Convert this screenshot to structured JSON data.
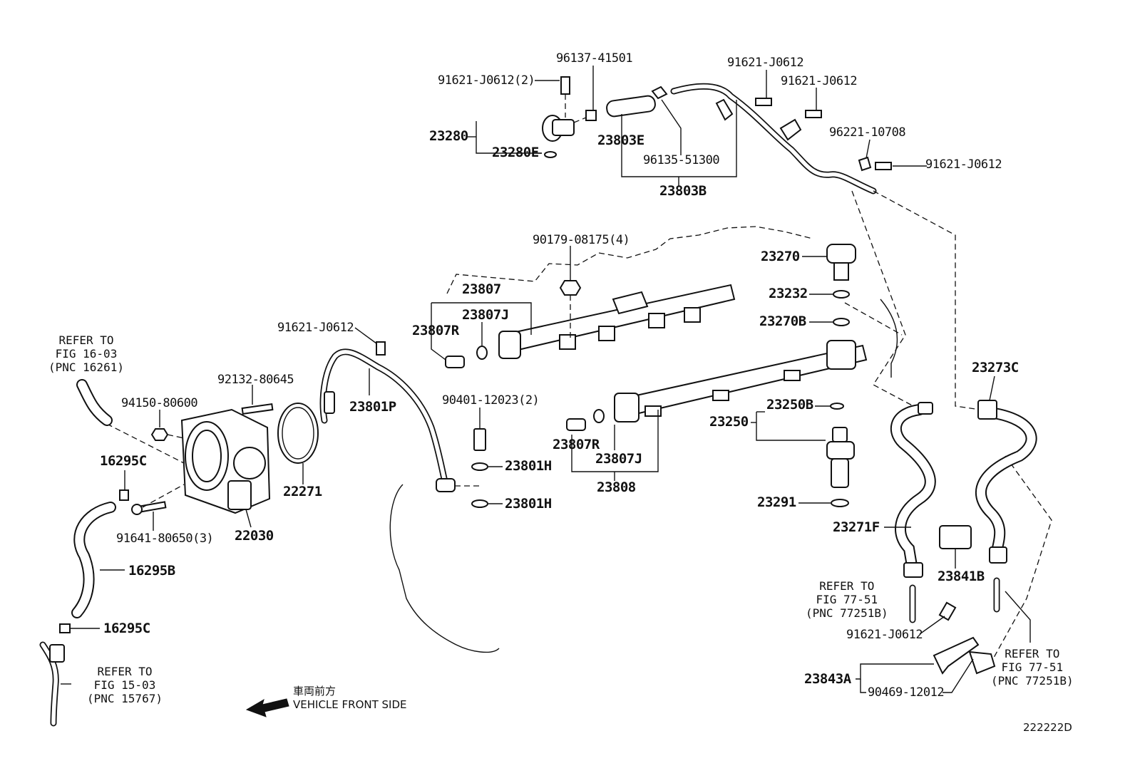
{
  "parts": {
    "p91621_J0612_2": "91621-J0612(2)",
    "p96137_41501": "96137-41501",
    "p91621_J0612_a": "91621-J0612",
    "p91621_J0612_b": "91621-J0612",
    "p96221_10708": "96221-10708",
    "p91621_J0612_c": "91621-J0612",
    "p23280": "23280",
    "p23280E": "23280E",
    "p23803E": "23803E",
    "p96135_51300": "96135-51300",
    "p23803B": "23803B",
    "p90179_08175": "90179-08175(4)",
    "p23270": "23270",
    "p23232": "23232",
    "p23270B": "23270B",
    "p23807": "23807",
    "p23807J_a": "23807J",
    "p23807R_a": "23807R",
    "p91621_J0612_d": "91621-J0612",
    "p92132_80645": "92132-80645",
    "p94150_80600": "94150-80600",
    "p23801P": "23801P",
    "p90401_12023": "90401-12023(2)",
    "p23273C": "23273C",
    "p23250B": "23250B",
    "p23250": "23250",
    "p16295C_a": "16295C",
    "p22271": "22271",
    "p23801H_a": "23801H",
    "p23801H_b": "23801H",
    "p23807R_b": "23807R",
    "p23807J_b": "23807J",
    "p23808": "23808",
    "p91641_80650": "91641-80650(3)",
    "p22030": "22030",
    "p23291": "23291",
    "p23271F": "23271F",
    "p16295B": "16295B",
    "p23841B": "23841B",
    "p16295C_b": "16295C",
    "p91621_J0612_e": "91621-J0612",
    "p23843A": "23843A",
    "p90469_12012": "90469-12012"
  },
  "refs": {
    "ref_16_03": "REFER TO\nFIG 16-03\n(PNC 16261)",
    "ref_15_03": "REFER TO\nFIG 15-03\n(PNC 15767)",
    "ref_77_51_a": "REFER TO\nFIG 77-51\n(PNC 77251B)",
    "ref_77_51_b": "REFER TO\nFIG 77-51\n(PNC 77251B)"
  },
  "direction": {
    "jp": "車両前方",
    "en": "VEHICLE FRONT SIDE"
  },
  "figure_code": "222222D"
}
